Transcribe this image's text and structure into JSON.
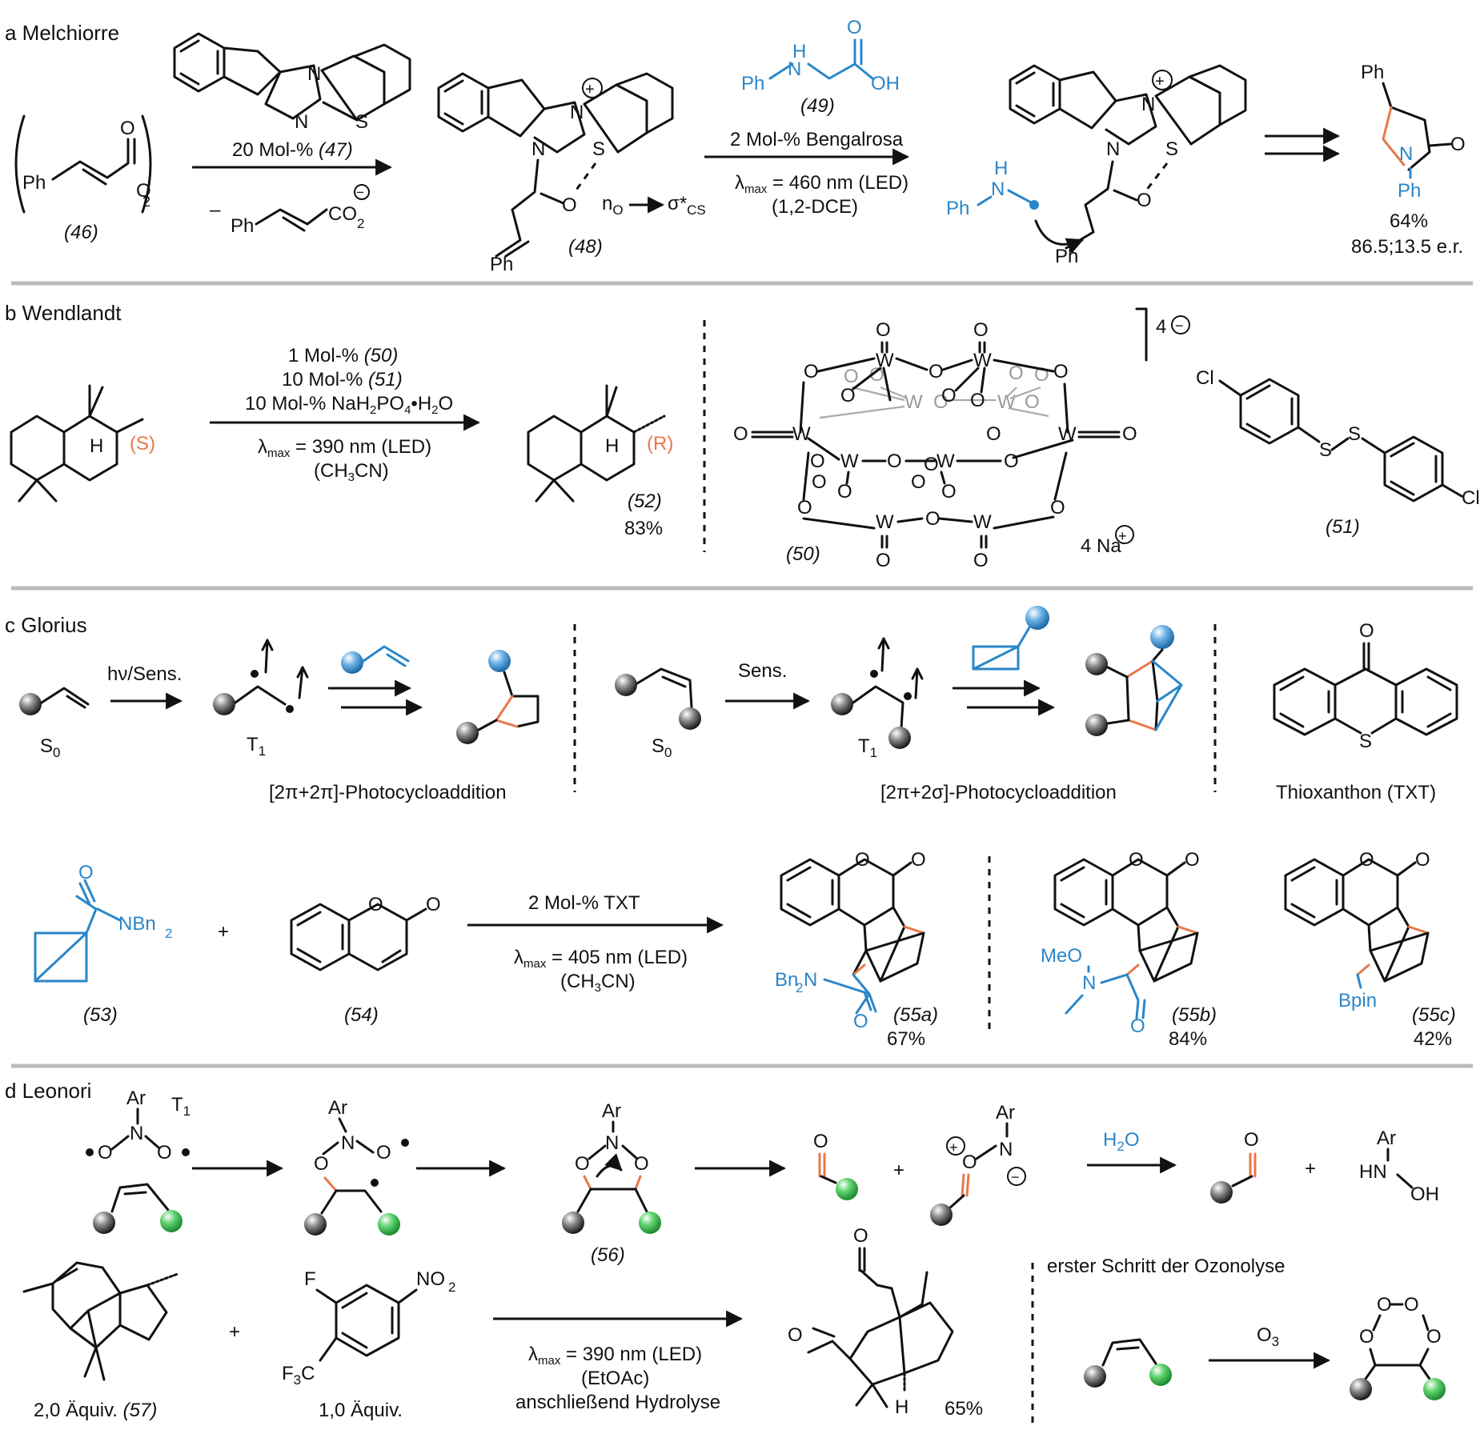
{
  "panels": {
    "a": {
      "title": "a Melchiorre"
    },
    "b": {
      "title": "b Wendlandt"
    },
    "c": {
      "title": "c Glorius"
    },
    "d": {
      "title": "d Leonori"
    }
  },
  "a": {
    "cat_loading": "20 Mol-% ",
    "cat_id": "(47)",
    "byproduct_minus": "–",
    "byproduct": "CO",
    "sub_id": "(46)",
    "sub_mult": "2",
    "sub_O": "O",
    "int_id": "(48)",
    "interaction": "n",
    "interaction_arrow": "σ*",
    "amine_id": "(49)",
    "cond1": "2 Mol-% Bengalrosa",
    "cond2_lambda": "λ",
    "cond2_sub": "max",
    "cond2": " = 460 nm (LED)",
    "cond3": "(1,2-DCE)",
    "yield": "64%",
    "er": "86.5;13.5 e.r."
  },
  "b": {
    "cond1": "1 Mol-% ",
    "cond1_id": "(50)",
    "cond2": "10 Mol-% ",
    "cond2_id": "(51)",
    "cond3": "10 Mol-% NaH",
    "cond3b": "PO",
    "cond3c": "•H",
    "cond3d": "O",
    "cond4_lambda": "λ",
    "cond4_sub": "max",
    "cond4": " = 390 nm (LED)",
    "cond5": "(CH",
    "cond5b": "CN)",
    "sub_conf": "(S)",
    "prod_conf": "(R)",
    "prod_id": "(52)",
    "yield": "83%",
    "pom_id": "(50)",
    "pom_charge": "4",
    "counter": "4 Na",
    "dis_id": "(51)"
  },
  "c": {
    "step1": "hν/Sens.",
    "s0": "S",
    "t1": "T",
    "label_left": "[2π+2π]-Photocycloaddition",
    "step2": "Sens.",
    "label_right": "[2π+2σ]-Photocycloaddition",
    "txt_name": "Thioxanthon (TXT)",
    "sub53_id": "(53)",
    "sub54_id": "(54)",
    "plus": "+",
    "cond1": "2 Mol-% TXT",
    "cond2_lambda": "λ",
    "cond2_sub": "max",
    "cond2": " = 405 nm (LED)",
    "cond3": "(CH",
    "cond3b": "CN)",
    "p55a_id": "(55a)",
    "p55a_yield": "67%",
    "p55b_id": "(55b)",
    "p55b_yield": "84%",
    "p55c_id": "(55c)",
    "p55c_yield": "42%",
    "nbn2": "NBn",
    "bn2n": "Bn",
    "meo": "MeO",
    "bpin": "Bpin"
  },
  "d": {
    "t1": "T",
    "ar": "Ar",
    "int_id": "(56)",
    "water": "H",
    "water_b": "O",
    "hn": "HN",
    "oh": "OH",
    "ozon_title": "erster Schritt der Ozonolyse",
    "o3": "O",
    "cond1_lambda": "λ",
    "cond1_sub": "max",
    "cond1": " = 390 nm (LED)",
    "cond2": "(EtOAc)",
    "cond3": "anschließend Hydrolyse",
    "eq57": "2,0 Äquiv. ",
    "eq57_id": "(57)",
    "eq_nitro": "1,0 Äquiv.",
    "no2": "NO",
    "f": "F",
    "f3c": "F",
    "yield": "65%"
  },
  "colors": {
    "blue": "#2a86c8",
    "orange": "#e8784a",
    "grey_ball": "#555555",
    "green_ball": "#3fbf55",
    "separator": "#bbbbbb"
  }
}
